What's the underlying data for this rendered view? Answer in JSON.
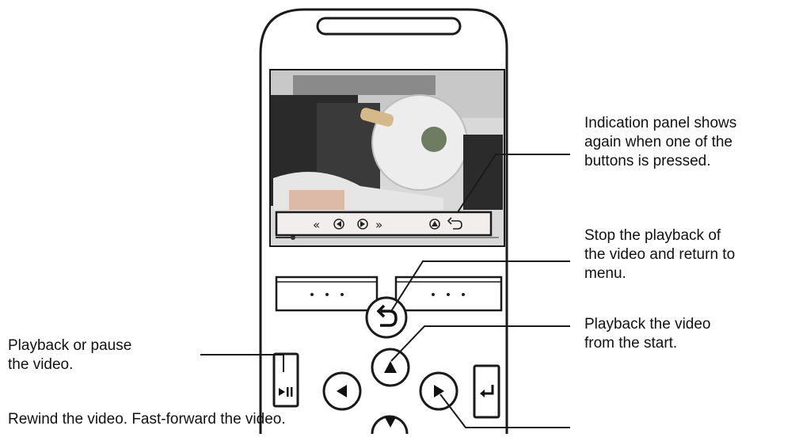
{
  "annotations": {
    "indication_panel": "Indication panel shows\n again when one of the\nbuttons is pressed.",
    "stop_playback": "Stop the playback of\n the video and return to\nmenu.",
    "playback_start": "Playback the video\nfrom the start.",
    "playback_pause": "Playback or pause\nthe video.",
    "rewind_forward": "Rewind the video. Fast-forward the video."
  },
  "device": {
    "return_icon": "return-arrow-icon",
    "up_icon": "triangle-up-icon",
    "down_icon": "triangle-down-icon",
    "left_icon": "triangle-left-icon",
    "right_icon": "triangle-right-icon",
    "play_pause_icon": "play-pause-icon",
    "enter_icon": "enter-icon"
  },
  "colors": {
    "outline": "#1a1a1a",
    "screen_bg": "#d9d9d9",
    "panel_bg": "#f2eeee"
  }
}
